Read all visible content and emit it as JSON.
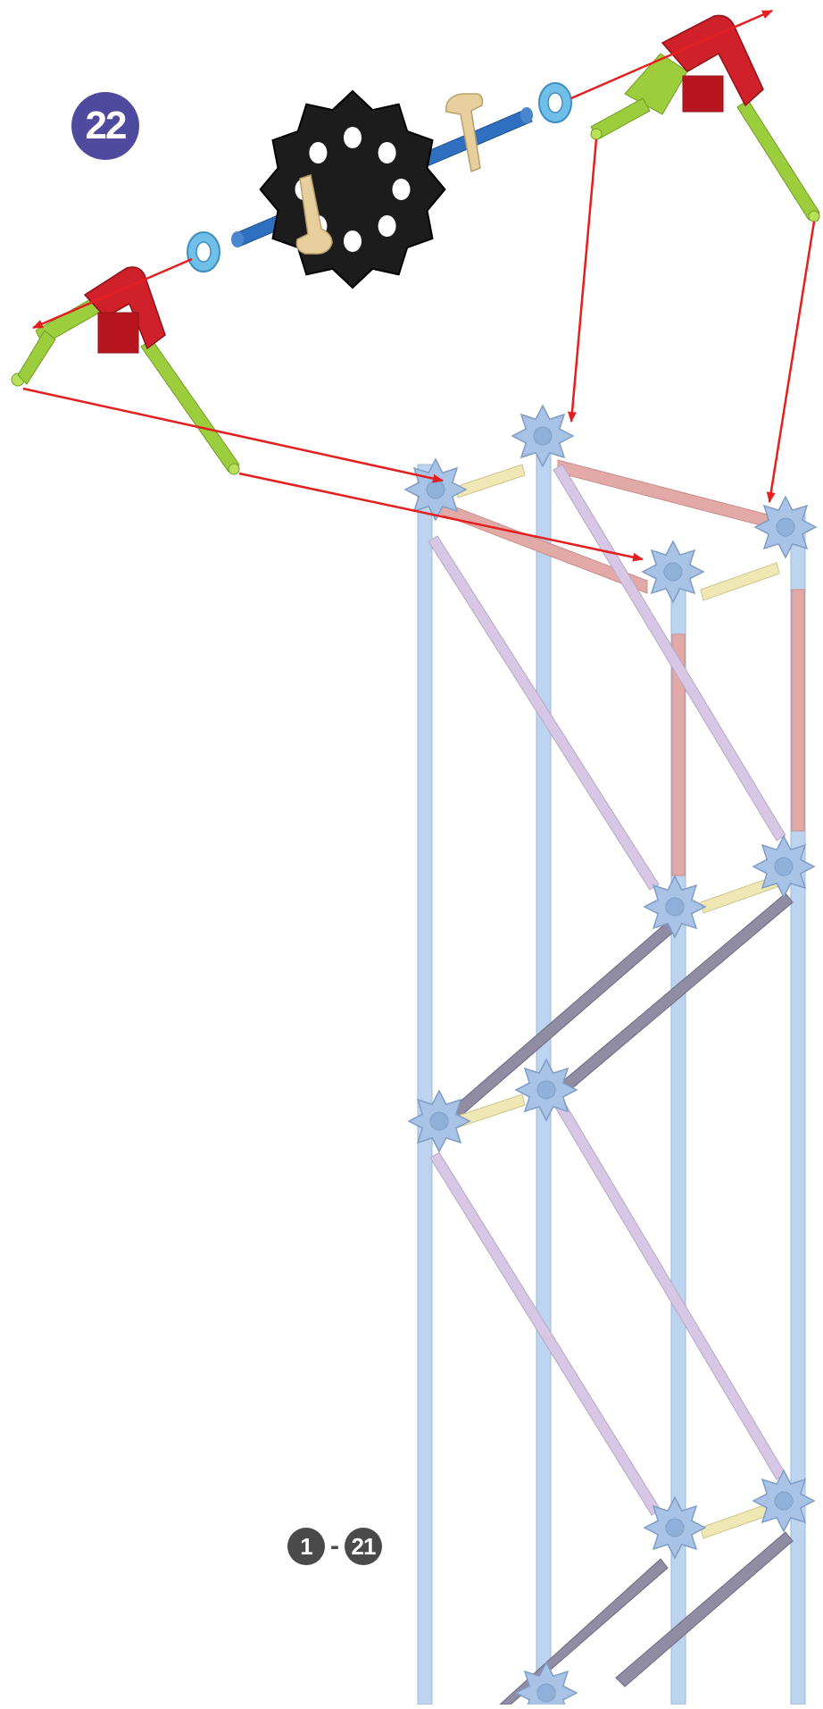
{
  "step": {
    "number": "22"
  },
  "reference": {
    "from": "1",
    "separator": "-",
    "to": "21"
  },
  "colors": {
    "badge": "#4f4a9e",
    "reference_badge": "#4a4a4a",
    "arrow": "#e41f1f",
    "connector_red": "#d0202a",
    "rod_green": "#9ccd3c",
    "gear": "#1c1c1c",
    "axle_blue": "#2f6fbf",
    "bushing_tan": "#e6cf9c",
    "spacer_blue": "#6fbfe8",
    "frame_blue": "#b9d3ef",
    "rod_pink": "#e2a9a6",
    "rod_lavender": "#d7c7e4",
    "rod_yellow": "#efe7b4",
    "rod_gray": "#8f8ca3"
  }
}
